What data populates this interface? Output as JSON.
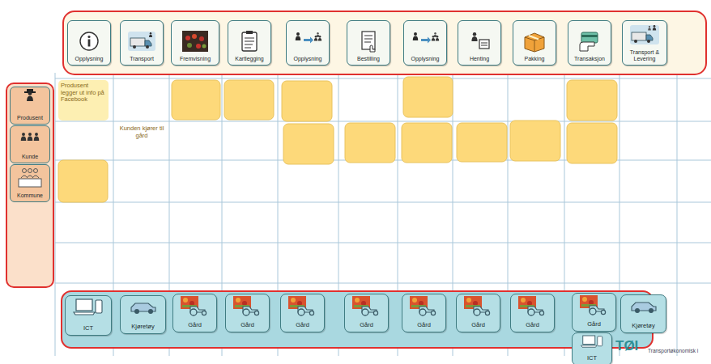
{
  "diagram": {
    "nodes": [
      {
        "text": [
          "Opplysning"
        ]
      },
      {
        "text": [
          "Transport"
        ]
      },
      {
        "text": [
          "Fremvisning"
        ]
      },
      {
        "text": [
          "Kartlegging"
        ]
      },
      {
        "text": [
          "Opplysning"
        ]
      },
      {
        "text": [
          "Bestilling"
        ]
      },
      {
        "text": [
          "Opplysning"
        ]
      },
      {
        "text": [
          "Henting"
        ]
      },
      {
        "text": [
          "Pakking"
        ]
      },
      {
        "text": [
          "Transaksjon"
        ]
      },
      {
        "text": [
          "Transport & Levering"
        ]
      },
      {
        "text": [
          "Produsent"
        ]
      },
      {
        "text": [
          "Kunde"
        ]
      },
      {
        "text": [
          "Kommune"
        ]
      },
      {
        "text": [
          "Produsent legger ut info på Facebook"
        ]
      },
      {
        "text": [
          "Kunden kjører til gård"
        ]
      },
      {
        "text": [
          "ICT"
        ]
      },
      {
        "text": [
          "Kjøretøy"
        ]
      },
      {
        "text": [
          "Gård"
        ]
      },
      {
        "text": [
          "Gård"
        ]
      },
      {
        "text": [
          "Gård"
        ]
      },
      {
        "text": [
          "Gård"
        ]
      },
      {
        "text": [
          "Gård"
        ]
      },
      {
        "text": [
          "Gård"
        ]
      },
      {
        "text": [
          "Gård"
        ]
      },
      {
        "text": [
          "Gård"
        ]
      },
      {
        "text": [
          "Kjøretøy"
        ]
      },
      {
        "text": [
          "ICT"
        ]
      }
    ],
    "labels": [
      "TØI",
      "Transportøkonomisk i"
    ]
  }
}
